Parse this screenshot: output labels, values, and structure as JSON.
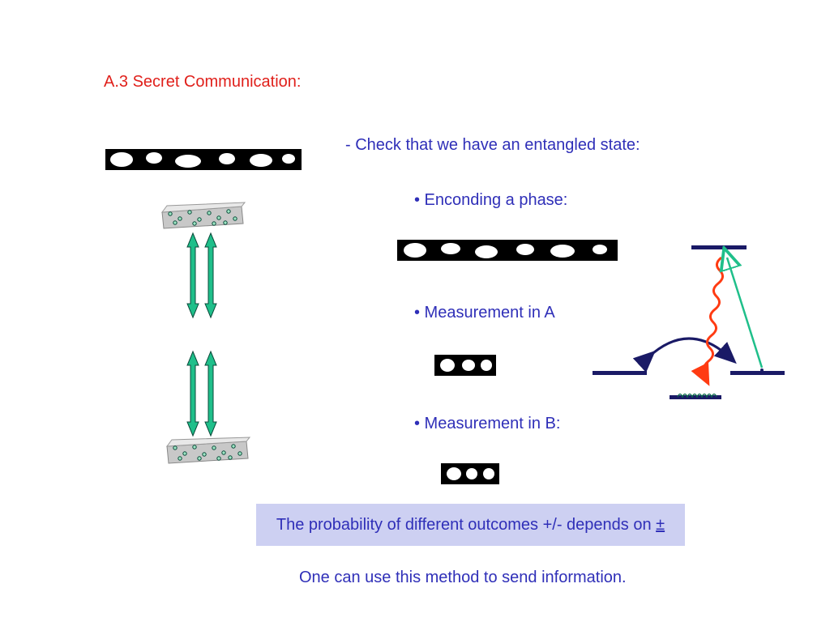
{
  "slide": {
    "title": "A.3 Secret Communication:",
    "check_line": "- Check that we have an entangled state:",
    "bullet_encoding": "• Enconding a phase:",
    "bullet_measure_a": "• Measurement in A",
    "bullet_measure_b": "• Measurement in B:",
    "probability_text": "The probability of different outcomes +/- depends on",
    "probability_symbol": "±",
    "final_line": "One can use this method to send information."
  },
  "colors": {
    "title": "#e0201b",
    "body_text": "#2f2fb8",
    "highlight_box": "#cdd0f2",
    "arrow_fill": "#1fbf8a",
    "level_line": "#1a1a66",
    "decay_wave": "#ff3b12",
    "pump_arrow": "#1fbf8a"
  },
  "icons": [
    "atom-ensemble-icon",
    "double-arrow-icon",
    "energy-level-diagram"
  ]
}
